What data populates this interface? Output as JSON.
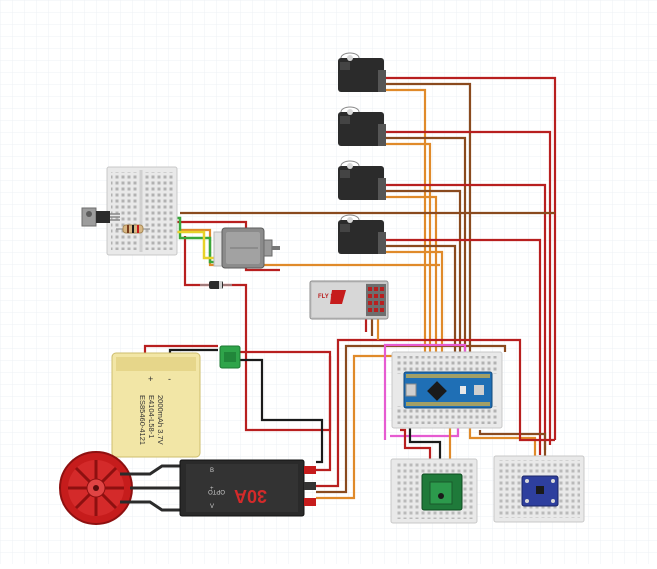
{
  "battery": {
    "plus": "+",
    "minus": "-",
    "line1": "ES85460-4121",
    "line2": "E4104-L58-1",
    "line3": "2000mAh 3.7V"
  },
  "esc": {
    "brand": "OPTO",
    "rating": "30A",
    "pin_top": "B",
    "pin_mid": "+",
    "pin_bot": "V"
  },
  "receiver": {
    "logo": "FLY SKY"
  },
  "colors": {
    "red_wire": "#b81f1f",
    "dark_wire": "#1a1a1a",
    "brown_wire": "#8a4a1e",
    "orange_wire": "#e08a2a",
    "pink_wire": "#e65bd1",
    "green_wire": "#3aa83a",
    "yellow_wire": "#e8d22a",
    "arduino_blue": "#1f6fb5",
    "breadboard": "#e9e9e9",
    "servo_body": "#2b2b2b",
    "motor_red": "#c61c1c"
  }
}
